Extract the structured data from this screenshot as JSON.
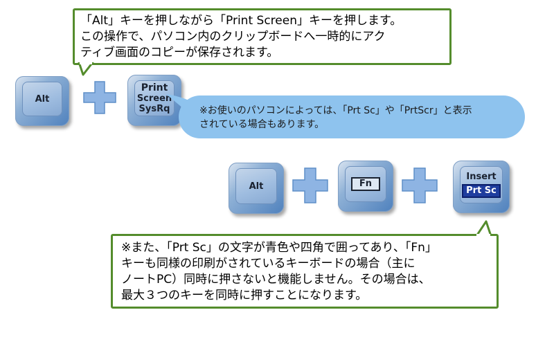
{
  "top_callout": {
    "line1": "「Alt」キーを押しながら「Print Screen」キーを押します。",
    "line2": "この操作で、パソコン内のクリップボードへ一時的にアク",
    "line3": "ティブ画面のコピーが保存されます。"
  },
  "keys": {
    "alt": "Alt",
    "print_line1": "Print",
    "print_line2": "Screen",
    "print_line3": "SysRq",
    "fn": "Fn",
    "insert_line1": "Insert",
    "insert_line2": "Prt Sc"
  },
  "note_bubble": {
    "line1": "※お使いのパソコンによっては、「Prt Sc」や「PrtScr」と表示",
    "line2": "されている場合もあります。"
  },
  "bottom_callout": {
    "line1": "※また、「Prt Sc」の文字が青色や四角で囲ってあり、「Fn」",
    "line2": "キーも同様の印刷がされているキーボードの場合（主に",
    "line3": "ノートPC）同時に押さないと機能しません。その場合は、",
    "line4": "最大３つのキーを同時に押すことになります。"
  },
  "colors": {
    "callout_border": "#548c2c",
    "plus": "#8eb4e3",
    "bubble": "#8ec3ee",
    "key_base": "#4f81bd"
  }
}
